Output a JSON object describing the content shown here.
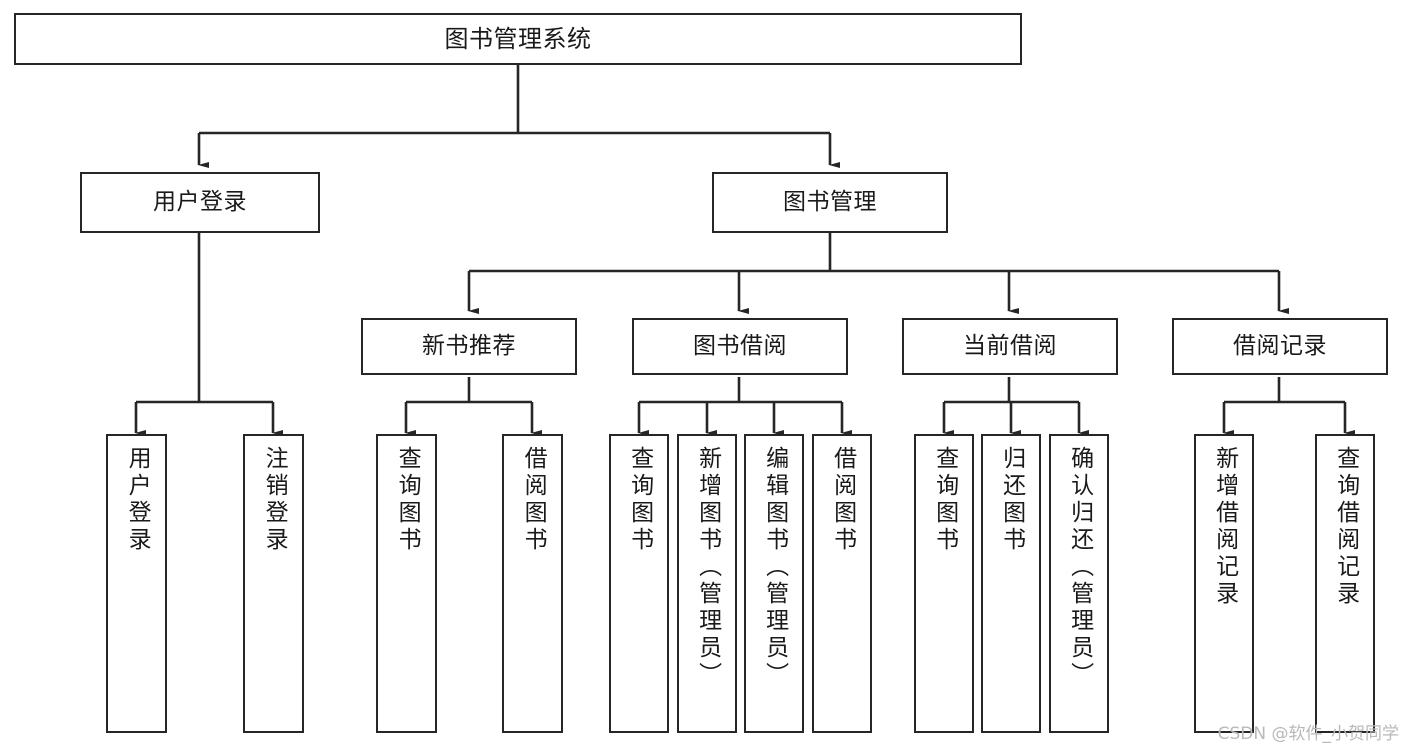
{
  "diagram": {
    "title": "图书管理系统",
    "type": "tree-hierarchy",
    "stroke_color": "#262626",
    "fill_color": "#ffffff",
    "text_color": "#1a1a1a"
  },
  "nodes": {
    "root": {
      "label": "图书管理系统"
    },
    "level2": [
      {
        "id": "user-login",
        "label": "用户登录"
      },
      {
        "id": "book-manage",
        "label": "图书管理"
      }
    ],
    "level3": [
      {
        "id": "new-book-rec",
        "label": "新书推荐"
      },
      {
        "id": "book-borrow",
        "label": "图书借阅"
      },
      {
        "id": "current-borrow",
        "label": "当前借阅"
      },
      {
        "id": "borrow-record",
        "label": "借阅记录"
      }
    ],
    "leaves": {
      "user_login": [
        {
          "id": "leaf-user-login",
          "label": "用户登录"
        },
        {
          "id": "leaf-logout",
          "label": "注销登录"
        }
      ],
      "new_book_rec": [
        {
          "id": "leaf-query-book-1",
          "label": "查询图书"
        },
        {
          "id": "leaf-borrow-book-1",
          "label": "借阅图书"
        }
      ],
      "book_borrow": [
        {
          "id": "leaf-query-book-2",
          "label": "查询图书"
        },
        {
          "id": "leaf-add-book",
          "label": "新增图书（管理员）"
        },
        {
          "id": "leaf-edit-book",
          "label": "编辑图书（管理员）"
        },
        {
          "id": "leaf-borrow-book-2",
          "label": "借阅图书"
        }
      ],
      "current_borrow": [
        {
          "id": "leaf-query-book-3",
          "label": "查询图书"
        },
        {
          "id": "leaf-return-book",
          "label": "归还图书"
        },
        {
          "id": "leaf-confirm-return",
          "label": "确认归还（管理员）"
        }
      ],
      "borrow_record": [
        {
          "id": "leaf-add-record",
          "label": "新增借阅记录"
        },
        {
          "id": "leaf-query-record",
          "label": "查询借阅记录"
        }
      ]
    }
  },
  "watermark": {
    "text": "CSDN @软件_小贺同学"
  }
}
